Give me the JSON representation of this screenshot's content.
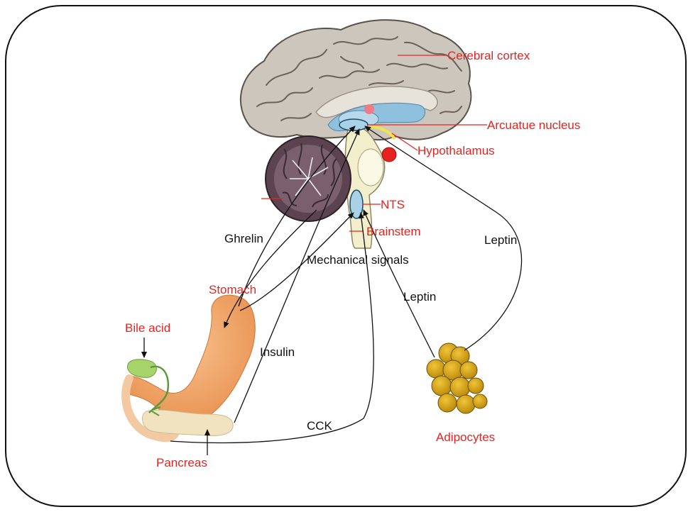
{
  "colors": {
    "anatomy_label": "#e8231f",
    "signal_label": "#111111",
    "frame": "#111111",
    "brain_gray": "#cdc6bd",
    "cerebellum": "#5b4450",
    "brainstem": "#f3eecb",
    "stomach": "#f2a66a",
    "gallbladder": "#a6d46a",
    "pancreas": "#f1e3c0",
    "adipocytes": "#d4a20c",
    "nucleus": "#a9d2e6",
    "hypothalamus": "#e8231f"
  },
  "labels": {
    "cerebral_cortex": "Cerebral cortex",
    "arcuate_nucleus": "Arcuatue nucleus",
    "hypothalamus": "Hypothalamus",
    "nts": "NTS",
    "brainstem": "Brainstem",
    "stomach": "Stomach",
    "bile_acid": "Bile acid",
    "pancreas": "Pancreas",
    "adipocytes": "Adipocytes"
  },
  "signals": {
    "ghrelin": "Ghrelin",
    "mechanical_signals": "Mechanical signals",
    "leptin_upper": "Leptin",
    "leptin_lower": "Leptin",
    "insulin": "Insulin",
    "cck": "CCK"
  }
}
